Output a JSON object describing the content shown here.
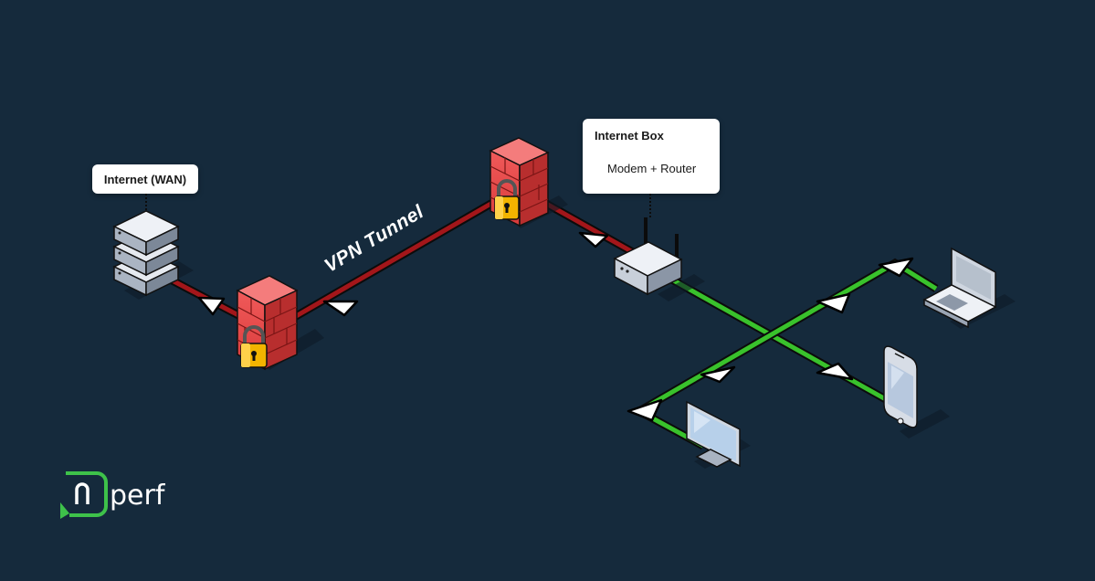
{
  "labels": {
    "wan": "Internet (WAN)",
    "box_title": "Internet Box",
    "box_subtitle": "Modem + Router",
    "tunnel": "VPN Tunnel"
  },
  "brand": {
    "logo_text": "perf",
    "logo_letter": "n"
  },
  "colors": {
    "background": "#152a3c",
    "tunnel": "#a3161a",
    "lan": "#39c22c",
    "brand": "#3ec24a"
  },
  "icons": [
    "server-icon",
    "firewall-icon",
    "padlock-icon",
    "router-icon",
    "laptop-icon",
    "smartphone-icon",
    "monitor-icon"
  ]
}
